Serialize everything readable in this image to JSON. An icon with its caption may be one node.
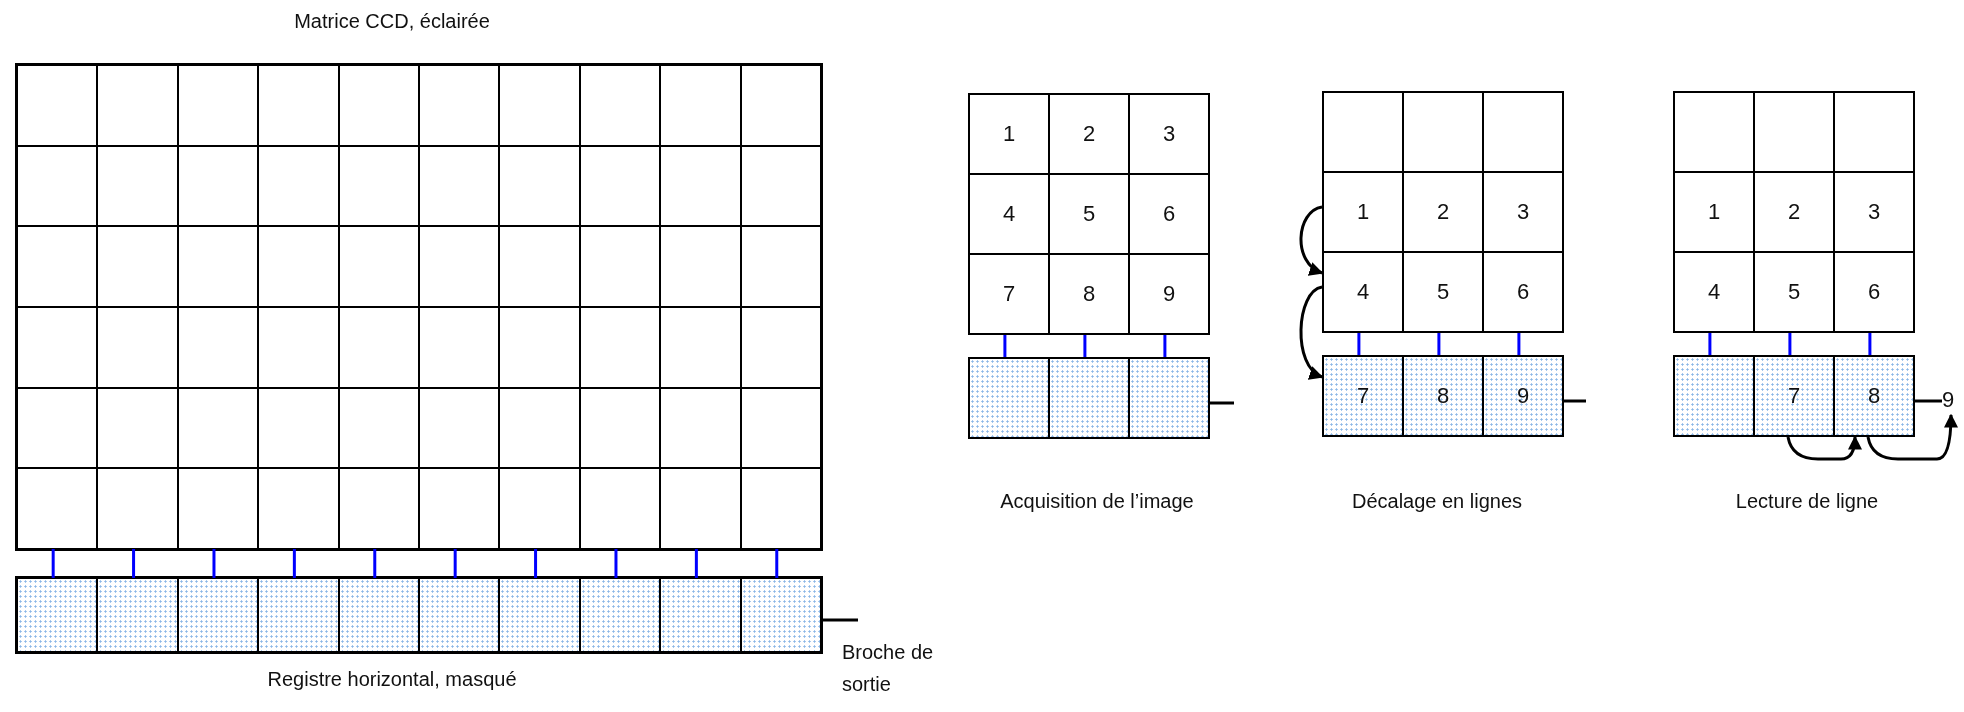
{
  "diagram": {
    "nodes": [
      {
        "text": [],
        "shape": "box"
      },
      {
        "text": [],
        "shape": "box",
        "in": 0
      },
      {
        "text": [],
        "shape": "box",
        "in": 0
      },
      {
        "text": [],
        "shape": "box",
        "in": 0
      },
      {
        "text": [],
        "shape": "box",
        "in": 0
      },
      {
        "text": [],
        "shape": "box",
        "in": 0
      },
      {
        "text": [],
        "shape": "box",
        "in": 0
      },
      {
        "text": [],
        "shape": "box",
        "in": 0
      },
      {
        "text": [],
        "shape": "box",
        "in": 0
      },
      {
        "text": [],
        "shape": "box",
        "in": 0
      },
      {
        "text": [],
        "shape": "box",
        "in": 0
      },
      {
        "text": [],
        "shape": "box",
        "in": 0
      },
      {
        "text": [],
        "shape": "box",
        "in": 0
      },
      {
        "text": [],
        "shape": "box",
        "in": 0
      },
      {
        "text": [],
        "shape": "box",
        "in": 0
      },
      {
        "text": [],
        "shape": "box",
        "in": 0
      },
      {
        "text": [],
        "shape": "box",
        "in": 0
      },
      {
        "text": [],
        "shape": "box",
        "in": 0
      },
      {
        "text": [],
        "shape": "box",
        "in": 0
      },
      {
        "text": [],
        "shape": "box",
        "in": 0
      },
      {
        "text": [],
        "shape": "box",
        "in": 0
      },
      {
        "text": [],
        "shape": "box",
        "in": 0
      },
      {
        "text": [],
        "shape": "box",
        "in": 0
      },
      {
        "text": [],
        "shape": "box",
        "in": 0
      },
      {
        "text": [],
        "shape": "box",
        "in": 0
      },
      {
        "text": [],
        "shape": "box",
        "in": 0
      },
      {
        "text": [],
        "shape": "box",
        "in": 0
      },
      {
        "text": [],
        "shape": "box",
        "in": 0
      },
      {
        "text": [],
        "shape": "box",
        "in": 0
      },
      {
        "text": [],
        "shape": "box",
        "in": 0
      },
      {
        "text": [],
        "shape": "box",
        "in": 0
      },
      {
        "text": [],
        "shape": "box",
        "in": 0
      },
      {
        "text": [],
        "shape": "box",
        "in": 0
      },
      {
        "text": [],
        "shape": "box",
        "in": 0
      },
      {
        "text": [],
        "shape": "box",
        "in": 0
      },
      {
        "text": [],
        "shape": "box",
        "in": 0
      },
      {
        "text": [],
        "shape": "box",
        "in": 0
      },
      {
        "text": [],
        "shape": "box",
        "in": 0
      },
      {
        "text": [],
        "shape": "box",
        "in": 0
      },
      {
        "text": [],
        "shape": "box",
        "in": 0
      },
      {
        "text": [],
        "shape": "box",
        "in": 0
      },
      {
        "text": [],
        "shape": "box",
        "in": 0
      },
      {
        "text": [],
        "shape": "box",
        "in": 0
      },
      {
        "text": [],
        "shape": "box",
        "in": 0
      },
      {
        "text": [],
        "shape": "box",
        "in": 0
      },
      {
        "text": [],
        "shape": "box",
        "in": 0
      },
      {
        "text": [],
        "shape": "box",
        "in": 0
      },
      {
        "text": [],
        "shape": "box",
        "in": 0
      },
      {
        "text": [],
        "shape": "box",
        "in": 0
      },
      {
        "text": [],
        "shape": "box",
        "in": 0
      },
      {
        "text": [],
        "shape": "box",
        "in": 0
      },
      {
        "text": [],
        "shape": "box",
        "in": 0
      },
      {
        "text": [],
        "shape": "box",
        "in": 0
      },
      {
        "text": [],
        "shape": "box",
        "in": 0
      },
      {
        "text": [],
        "shape": "box",
        "in": 0
      },
      {
        "text": [],
        "shape": "box",
        "in": 0
      },
      {
        "text": [],
        "shape": "box",
        "in": 0
      },
      {
        "text": [],
        "shape": "box",
        "in": 0
      },
      {
        "text": [],
        "shape": "box",
        "in": 0
      },
      {
        "text": [],
        "shape": "box",
        "in": 0
      },
      {
        "text": [],
        "shape": "box",
        "in": 0
      },
      {
        "text": [],
        "shape": "box"
      },
      {
        "text": [],
        "shape": "box",
        "in": 61
      },
      {
        "text": [],
        "shape": "box",
        "in": 61
      },
      {
        "text": [],
        "shape": "box",
        "in": 61
      },
      {
        "text": [],
        "shape": "box",
        "in": 61
      },
      {
        "text": [],
        "shape": "box",
        "in": 61
      },
      {
        "text": [],
        "shape": "box",
        "in": 61
      },
      {
        "text": [],
        "shape": "box",
        "in": 61
      },
      {
        "text": [],
        "shape": "box",
        "in": 61
      },
      {
        "text": [],
        "shape": "box",
        "in": 61
      },
      {
        "text": [],
        "shape": "box",
        "in": 61
      },
      {
        "text": [
          "1"
        ]
      },
      {
        "text": [
          "2"
        ]
      },
      {
        "text": [
          "3"
        ]
      },
      {
        "text": [
          "4"
        ]
      },
      {
        "text": [
          "5"
        ]
      },
      {
        "text": [
          "6"
        ]
      },
      {
        "text": [
          "7"
        ]
      },
      {
        "text": [
          "8"
        ]
      },
      {
        "text": [
          "9"
        ]
      },
      {
        "text": [],
        "shape": "box"
      },
      {
        "text": [],
        "shape": "box"
      },
      {
        "text": [],
        "shape": "box"
      },
      {
        "text": [],
        "shape": "box"
      },
      {
        "text": [],
        "shape": "box"
      },
      {
        "text": [],
        "shape": "box"
      },
      {
        "text": [
          "1"
        ]
      },
      {
        "text": [
          "2"
        ]
      },
      {
        "text": [
          "3"
        ]
      },
      {
        "text": [
          "4"
        ]
      },
      {
        "text": [
          "5"
        ]
      },
      {
        "text": [
          "6"
        ]
      },
      {
        "text": [
          "7"
        ]
      },
      {
        "text": [
          "8"
        ]
      },
      {
        "text": [
          "9"
        ]
      },
      {
        "text": [],
        "shape": "box"
      },
      {
        "text": [],
        "shape": "box"
      },
      {
        "text": [],
        "shape": "box"
      },
      {
        "text": [
          "1"
        ]
      },
      {
        "text": [
          "2"
        ]
      },
      {
        "text": [
          "3"
        ]
      },
      {
        "text": [
          "4"
        ]
      },
      {
        "text": [
          "5"
        ]
      },
      {
        "text": [
          "6"
        ]
      },
      {
        "text": [],
        "shape": "box"
      },
      {
        "text": [
          "7"
        ]
      },
      {
        "text": [
          "8"
        ]
      },
      {
        "text": [
          "9"
        ]
      }
    ],
    "edges": [
      {
        "from": 51,
        "to": 62,
        "arrow": "none"
      },
      {
        "from": 52,
        "to": 63,
        "arrow": "none"
      },
      {
        "from": 53,
        "to": 64,
        "arrow": "none"
      },
      {
        "from": 54,
        "to": 65,
        "arrow": "none"
      },
      {
        "from": 55,
        "to": 66,
        "arrow": "none"
      },
      {
        "from": 56,
        "to": 67,
        "arrow": "none"
      },
      {
        "from": 57,
        "to": 68,
        "arrow": "none"
      },
      {
        "from": 58,
        "to": 69,
        "arrow": "none"
      },
      {
        "from": 59,
        "to": 70,
        "arrow": "none"
      },
      {
        "from": 60,
        "to": 71,
        "arrow": "none"
      },
      {
        "from": 71,
        "to": null,
        "arrow": "none",
        "color": "#000000"
      },
      {
        "from": 78,
        "to": 81,
        "arrow": "none"
      },
      {
        "from": 79,
        "to": 82,
        "arrow": "none"
      },
      {
        "from": 80,
        "to": 83,
        "arrow": "none"
      },
      {
        "from": 83,
        "to": null,
        "arrow": "none",
        "color": "#000000"
      },
      {
        "from": 87,
        "to": 90,
        "arrow": "to",
        "color": "#000000"
      },
      {
        "from": 90,
        "to": 93,
        "arrow": "to",
        "color": "#000000"
      },
      {
        "from": 90,
        "to": 93,
        "arrow": "none"
      },
      {
        "from": 91,
        "to": 94,
        "arrow": "none"
      },
      {
        "from": 92,
        "to": 95,
        "arrow": "none"
      },
      {
        "from": 95,
        "to": null,
        "arrow": "none",
        "color": "#000000"
      },
      {
        "from": 102,
        "to": 105,
        "arrow": "none"
      },
      {
        "from": 103,
        "to": 106,
        "arrow": "none"
      },
      {
        "from": 104,
        "to": 107,
        "arrow": "none"
      },
      {
        "from": 107,
        "to": 108,
        "arrow": "none",
        "color": "#000000"
      },
      {
        "from": 106,
        "to": 107,
        "arrow": "to",
        "color": "#000000"
      },
      {
        "from": 107,
        "to": 108,
        "arrow": "to",
        "color": "#000000"
      }
    ],
    "labels": [
      "Matrice CCD, éclairée",
      "Acquisition de l’image",
      "Décalage en lignes",
      "Lecture de ligne",
      "Broche de sortie",
      "Registre horizontal, masqué"
    ]
  }
}
